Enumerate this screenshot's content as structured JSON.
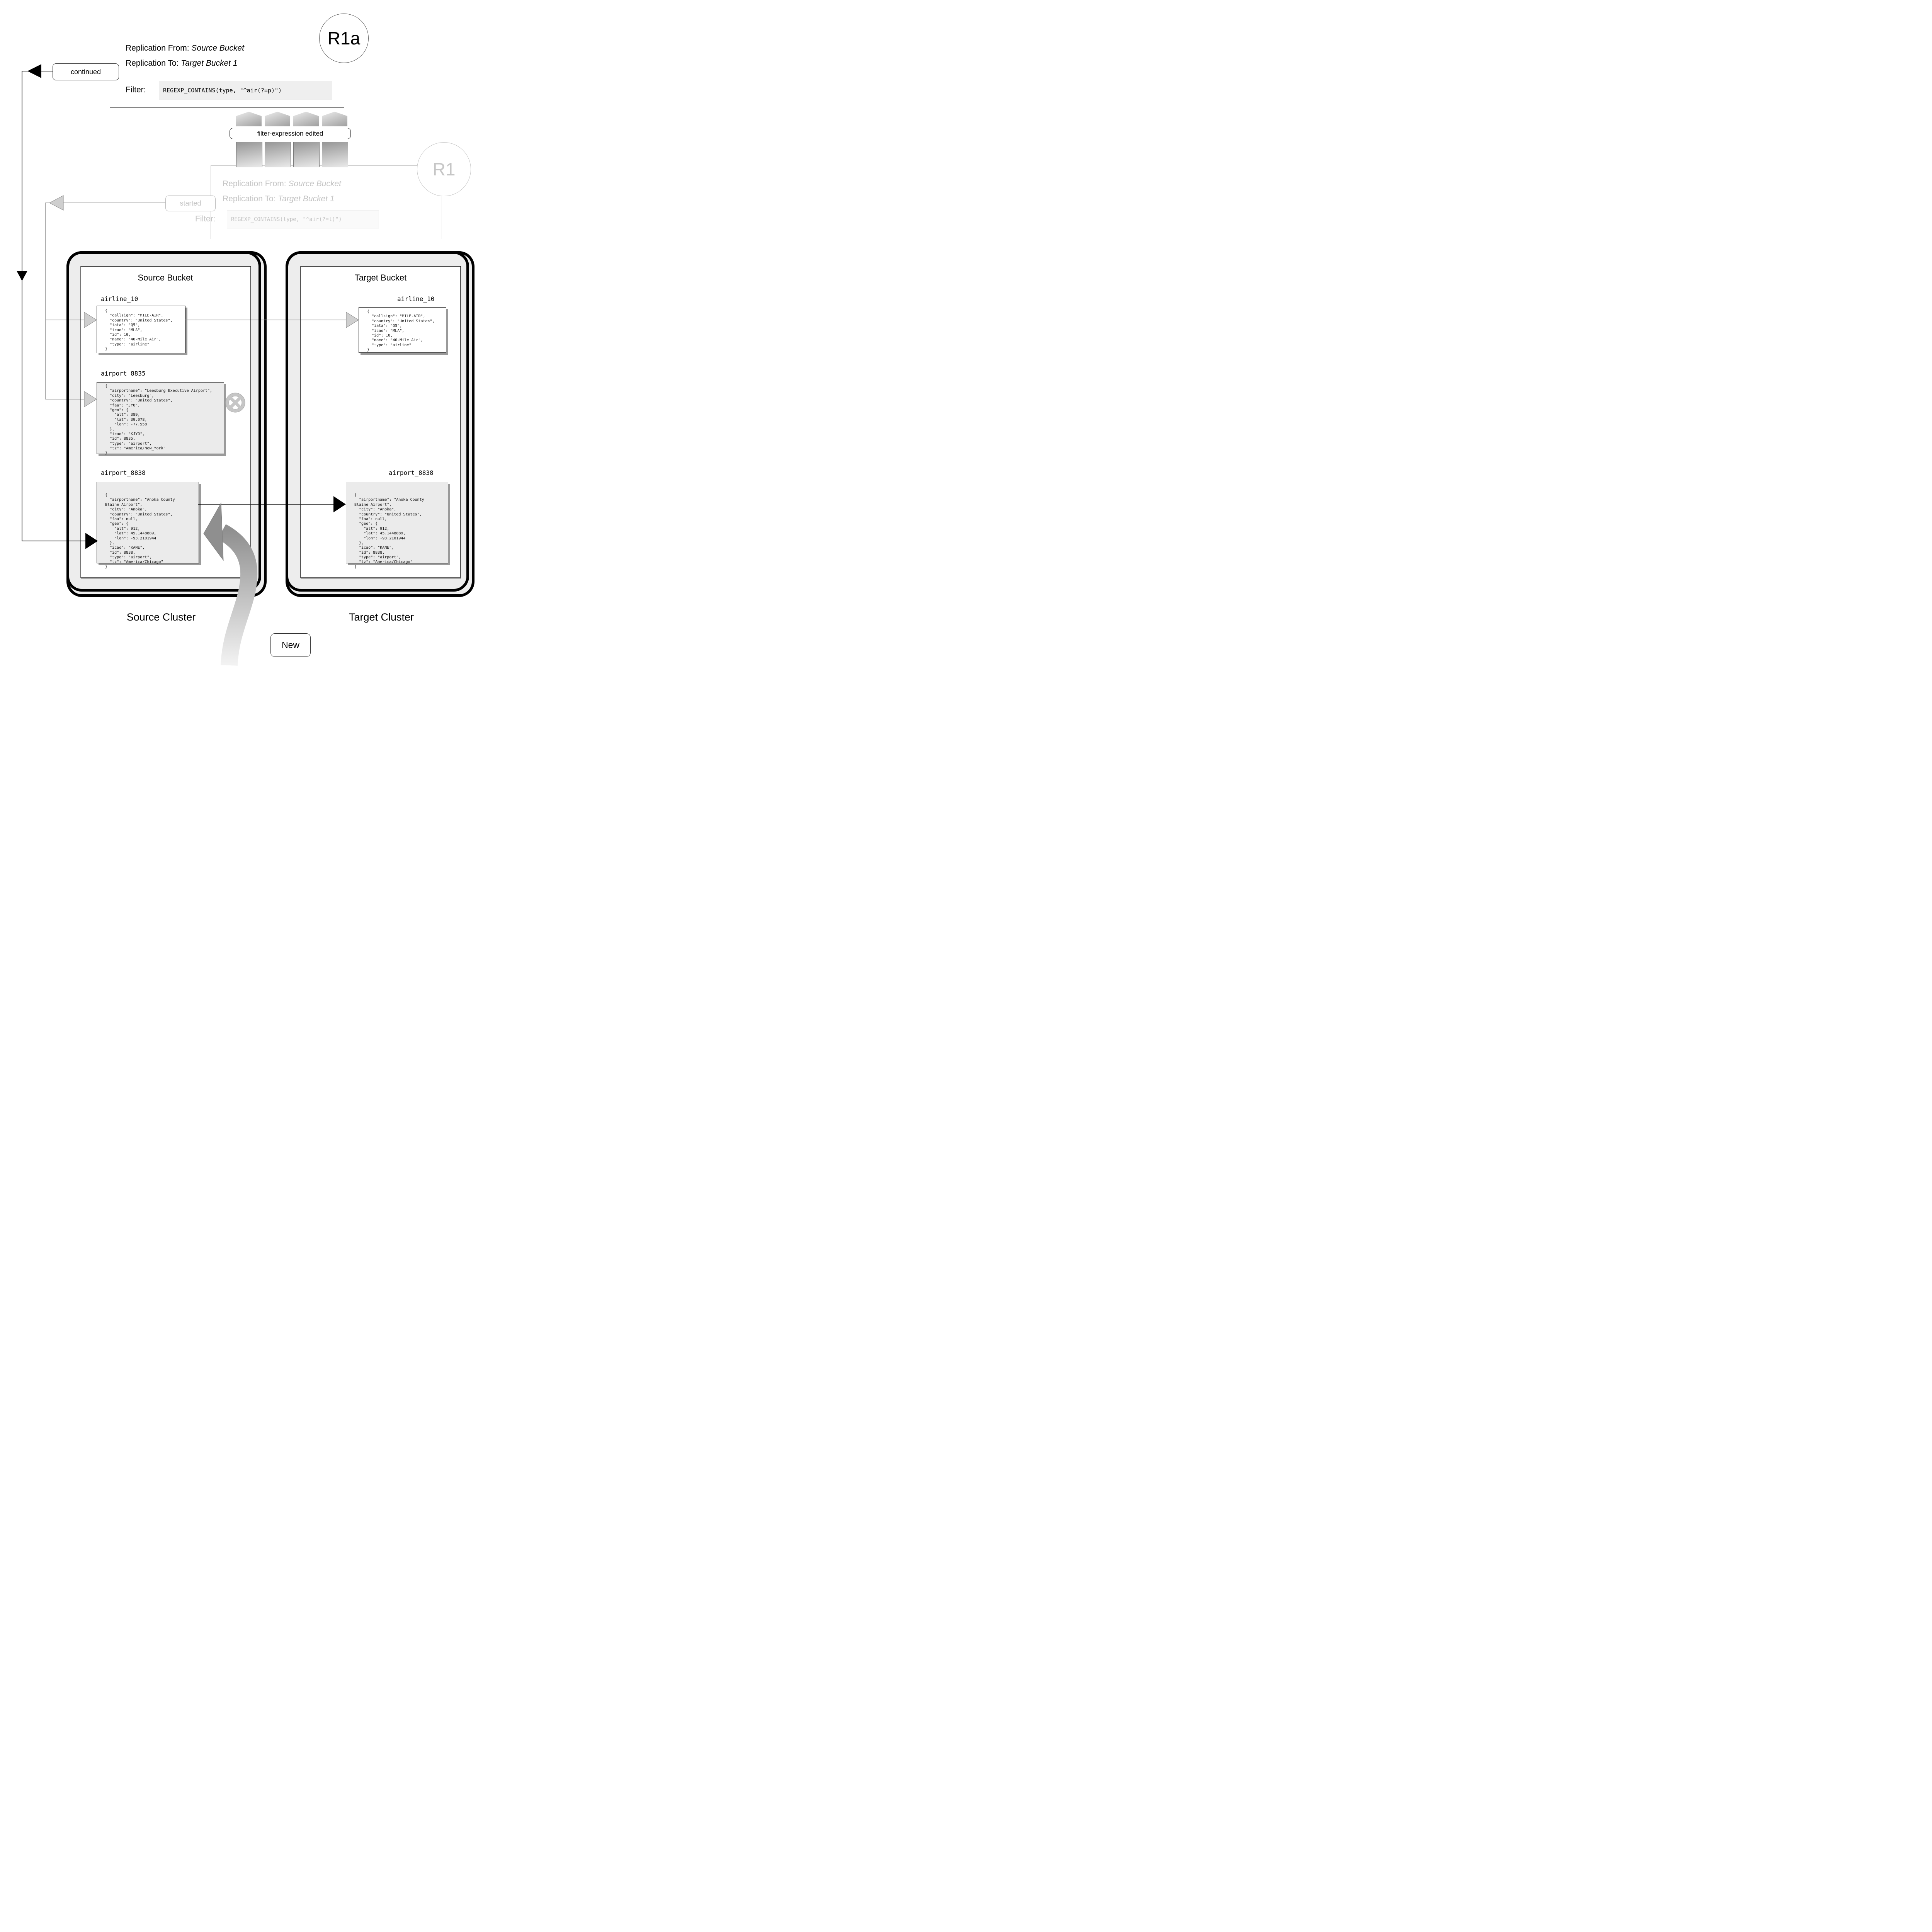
{
  "r1a": {
    "id_label": "R1a",
    "from_label": "Replication From:",
    "from_value": "Source Bucket",
    "to_label": "Replication To:",
    "to_value": "Target Bucket 1",
    "filter_label": "Filter:",
    "filter_code": "REGEXP_CONTAINS(type, \"^air(?=p)\")"
  },
  "r1": {
    "id_label": "R1",
    "from_label": "Replication From:",
    "from_value": "Source Bucket",
    "to_label": "Replication To:",
    "to_value": "Target Bucket 1",
    "filter_label": "Filter:",
    "filter_code": "REGEXP_CONTAINS(type, \"^air(?=l)\")"
  },
  "badges": {
    "continued": "continued",
    "started": "started",
    "filter_edited": "filter-expression edited",
    "new": "New"
  },
  "source_cluster": {
    "caption": "Source Cluster",
    "bucket_title": "Source Bucket",
    "documents": [
      {
        "label": "airline_10",
        "json": "{\n  \"callsign\": \"MILE-AIR\",\n  \"country\": \"United States\",\n  \"iata\": \"Q5\",\n  \"icao\": \"MLA\",\n  \"id\": 10,\n  \"name\": \"40-Mile Air\",\n  \"type\": \"airline\"\n}"
      },
      {
        "label": "airport_8835",
        "json": "{\n  \"airportname\": \"Leesburg Executive Airport\",\n  \"city\": \"Leesburg\",\n  \"country\": \"United States\",\n  \"faa\": \"JYO\",\n  \"geo\": {\n    \"alt\": 389,\n    \"lat\": 39.078,\n    \"lon\": -77.558\n  },\n  \"icao\": \"KJYO\",\n  \"id\": 8835,\n  \"type\": \"airport\",\n  \"tz\": \"America/New_York\"\n}"
      },
      {
        "label": "airport_8838",
        "json": "{\n  \"airportname\": \"Anoka County\nBlaine Airport\",\n  \"city\": \"Anoka\",\n  \"country\": \"United States\",\n  \"faa\": null,\n  \"geo\": {\n    \"alt\": 912,\n    \"lat\": 45.1448889,\n    \"lon\": -93.2101944\n  },\n  \"icao\": \"KANE\",\n  \"id\": 8838,\n  \"type\": \"airport\",\n  \"tz\": \"America/Chicago\"\n}"
      }
    ]
  },
  "target_cluster": {
    "caption": "Target Cluster",
    "bucket_title": "Target Bucket",
    "documents": [
      {
        "label": "airline_10",
        "json": "{\n  \"callsign\": \"MILE-AIR\",\n  \"country\": \"United States\",\n  \"iata\": \"Q5\",\n  \"icao\": \"MLA\",\n  \"id\": 10,\n  \"name\": \"40-Mile Air\",\n  \"type\": \"airline\"\n}"
      },
      {
        "label": "airport_8838",
        "json": "{\n  \"airportname\": \"Anoka County\nBlaine Airport\",\n  \"city\": \"Anoka\",\n  \"country\": \"United States\",\n  \"faa\": null,\n  \"geo\": {\n    \"alt\": 912,\n    \"lat\": 45.1448889,\n    \"lon\": -93.2101944\n  },\n  \"icao\": \"KANE\",\n  \"id\": 8838,\n  \"type\": \"airport\",\n  \"tz\": \"America/Chicago\"\n}"
      }
    ]
  }
}
